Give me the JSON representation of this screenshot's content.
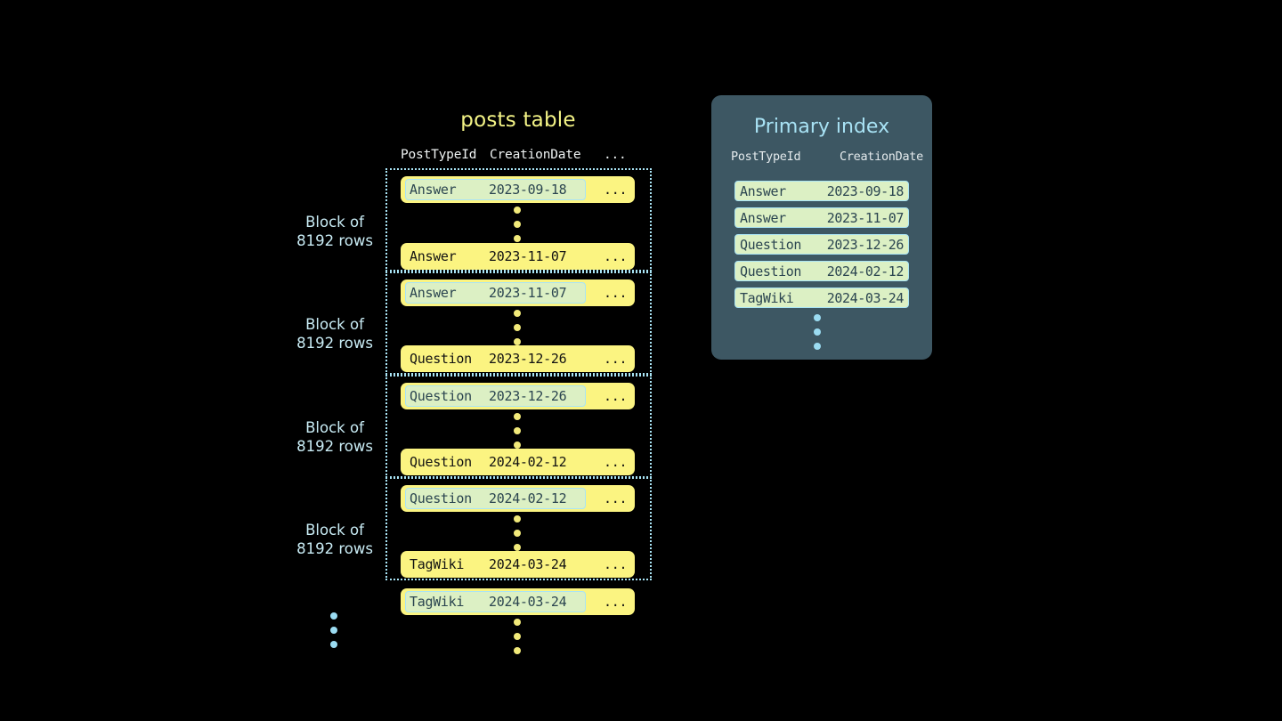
{
  "posts_table": {
    "title": "posts table",
    "columns": {
      "post_type_id": "PostTypeId",
      "creation_date": "CreationDate",
      "more": "..."
    },
    "block_label": "Block of\n8192 rows",
    "block_label_line1": "Block of",
    "block_label_line2": "8192 rows",
    "blocks": [
      {
        "label_line1": "Block of",
        "label_line2": "8192 rows",
        "first_row": {
          "post_type_id": "Answer",
          "creation_date": "2023-09-18",
          "more": "...",
          "marked": true
        },
        "last_row": {
          "post_type_id": "Answer",
          "creation_date": "2023-11-07",
          "more": "...",
          "marked": false
        }
      },
      {
        "label_line1": "Block of",
        "label_line2": "8192 rows",
        "first_row": {
          "post_type_id": "Answer",
          "creation_date": "2023-11-07",
          "more": "...",
          "marked": true
        },
        "last_row": {
          "post_type_id": "Question",
          "creation_date": "2023-12-26",
          "more": "...",
          "marked": false
        }
      },
      {
        "label_line1": "Block of",
        "label_line2": "8192 rows",
        "first_row": {
          "post_type_id": "Question",
          "creation_date": "2023-12-26",
          "more": "...",
          "marked": true
        },
        "last_row": {
          "post_type_id": "Question",
          "creation_date": "2024-02-12",
          "more": "...",
          "marked": false
        }
      },
      {
        "label_line1": "Block of",
        "label_line2": "8192 rows",
        "first_row": {
          "post_type_id": "Question",
          "creation_date": "2024-02-12",
          "more": "...",
          "marked": true
        },
        "last_row": {
          "post_type_id": "TagWiki",
          "creation_date": "2024-03-24",
          "more": "...",
          "marked": false
        }
      }
    ],
    "trailing_row": {
      "post_type_id": "TagWiki",
      "creation_date": "2024-03-24",
      "more": "...",
      "marked": true
    }
  },
  "primary_index": {
    "title": "Primary index",
    "columns": {
      "post_type_id": "PostTypeId",
      "creation_date": "CreationDate"
    },
    "rows": [
      {
        "post_type_id": "Answer",
        "creation_date": "2023-09-18"
      },
      {
        "post_type_id": "Answer",
        "creation_date": "2023-11-07"
      },
      {
        "post_type_id": "Question",
        "creation_date": "2023-12-26"
      },
      {
        "post_type_id": "Question",
        "creation_date": "2024-02-12"
      },
      {
        "post_type_id": "TagWiki",
        "creation_date": "2024-03-24"
      }
    ]
  },
  "colors": {
    "background": "#000000",
    "row_yellow": "#fbf481",
    "highlight_mint": "#dcf0c4",
    "accent_blue": "#a9e4f5",
    "title_yellow": "#f4f486",
    "panel_slate": "#3d5763",
    "dot_yellow": "#f2ea7a",
    "dot_blue": "#9bdcf2"
  }
}
